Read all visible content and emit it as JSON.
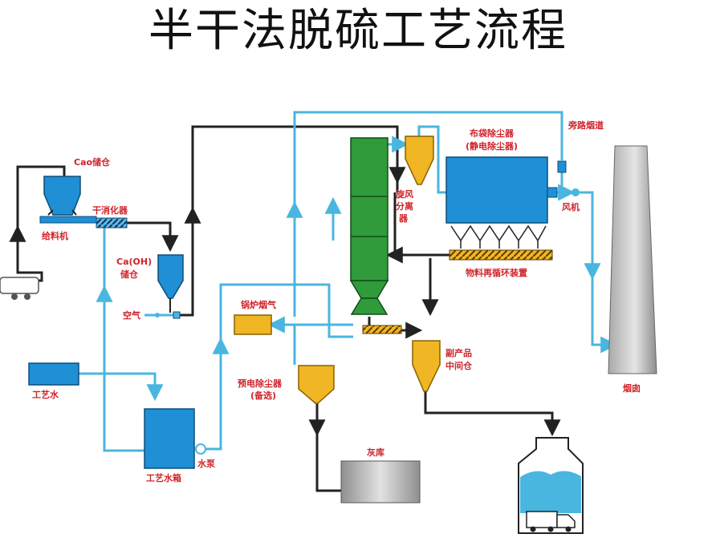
{
  "title": "半干法脱硫工艺流程",
  "colors": {
    "water_line": "#49b6e0",
    "flow_line": "#222222",
    "label_red": "#d0232a",
    "tower_green": "#2f9b3a",
    "equipment_blue": "#1f8fd6",
    "hopper_yellow": "#f0b623"
  },
  "labels": {
    "cao_silo": "Cao储仓",
    "feeder": "给料机",
    "slaker": "干消化器",
    "caoh_silo_1": "Ca(OH)",
    "caoh_silo_2": "储仓",
    "air": "空气",
    "process_water": "工艺水",
    "water_tank": "工艺水箱",
    "pump": "水泵",
    "boiler_gas": "锅炉烟气",
    "pre_precip_1": "预电除尘器",
    "pre_precip_2": "(备选)",
    "ash_silo": "灰库",
    "cyclone_1": "旋风",
    "cyclone_2": "分离",
    "cyclone_3": "器",
    "bag_filter_1": "布袋除尘器",
    "bag_filter_2": "(静电除尘器)",
    "bypass_duct": "旁路烟道",
    "fan": "风机",
    "recirc": "物料再循环装置",
    "byproduct_1": "副产品",
    "byproduct_2": "中间仓",
    "chimney": "烟囱"
  }
}
